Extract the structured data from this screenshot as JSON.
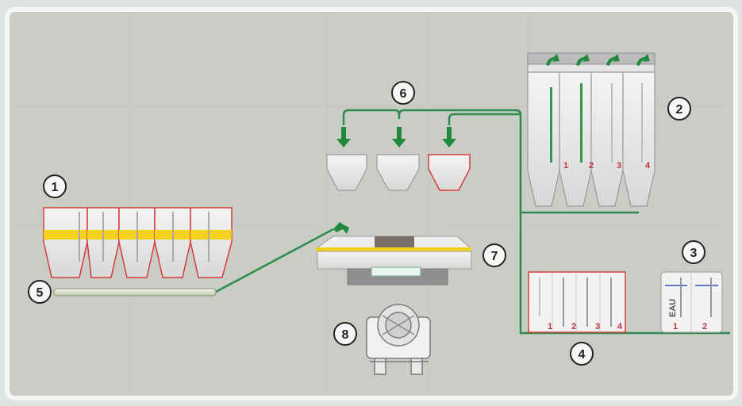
{
  "colors": {
    "panel": "#c9cdc5",
    "panel_border": "#f4f6f4",
    "pipe": "#2e8a4e",
    "arrow": "#1f8a3c",
    "yellow": "#f2d21a",
    "red_outline": "#d63c3c",
    "gauge_green": "#2f9a4a",
    "number_red": "#c2303a"
  },
  "callouts": {
    "aggregate_hoppers": "1",
    "cement_silos": "2",
    "water_tanks": "3",
    "additive_tanks": "4",
    "conveyor_belt": "5",
    "weigh_hoppers": "6",
    "mixer": "7",
    "mixer_truck": "8"
  },
  "silos": {
    "labels": [
      "1",
      "2",
      "3",
      "4"
    ]
  },
  "additive_tanks": {
    "labels": [
      "1",
      "2",
      "3",
      "4"
    ]
  },
  "water_tanks": {
    "labels": [
      "1",
      "2"
    ],
    "tag": "EAU"
  }
}
